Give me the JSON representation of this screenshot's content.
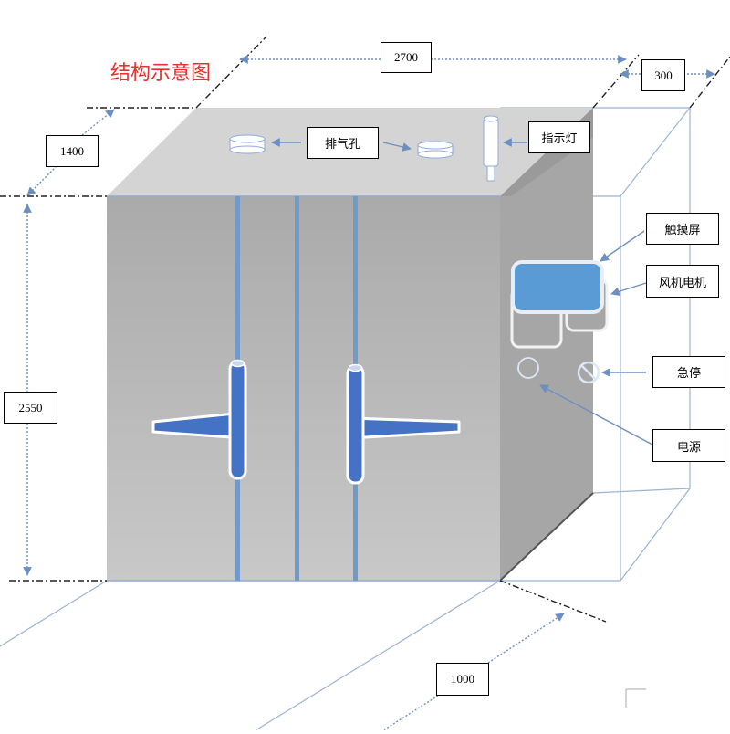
{
  "title": "结构示意图",
  "dimensions": {
    "width": "2700",
    "side_extension": "300",
    "depth_top": "1400",
    "height": "2550",
    "depth_bottom": "1000"
  },
  "callouts": {
    "exhaust_vent": "排气孔",
    "indicator_light": "指示灯",
    "touch_screen": "触摸屏",
    "fan_motor": "风机电机",
    "emergency_stop": "急停",
    "power": "电源"
  },
  "colors": {
    "title": "#e8302c",
    "front_face": "#b8b8b8",
    "top_face": "#d4d4d4",
    "side_face": "#a6a6a6",
    "accent_blue": "#4472c4",
    "screen_blue": "#5b9bd5",
    "guide_line": "#8eaadb"
  }
}
